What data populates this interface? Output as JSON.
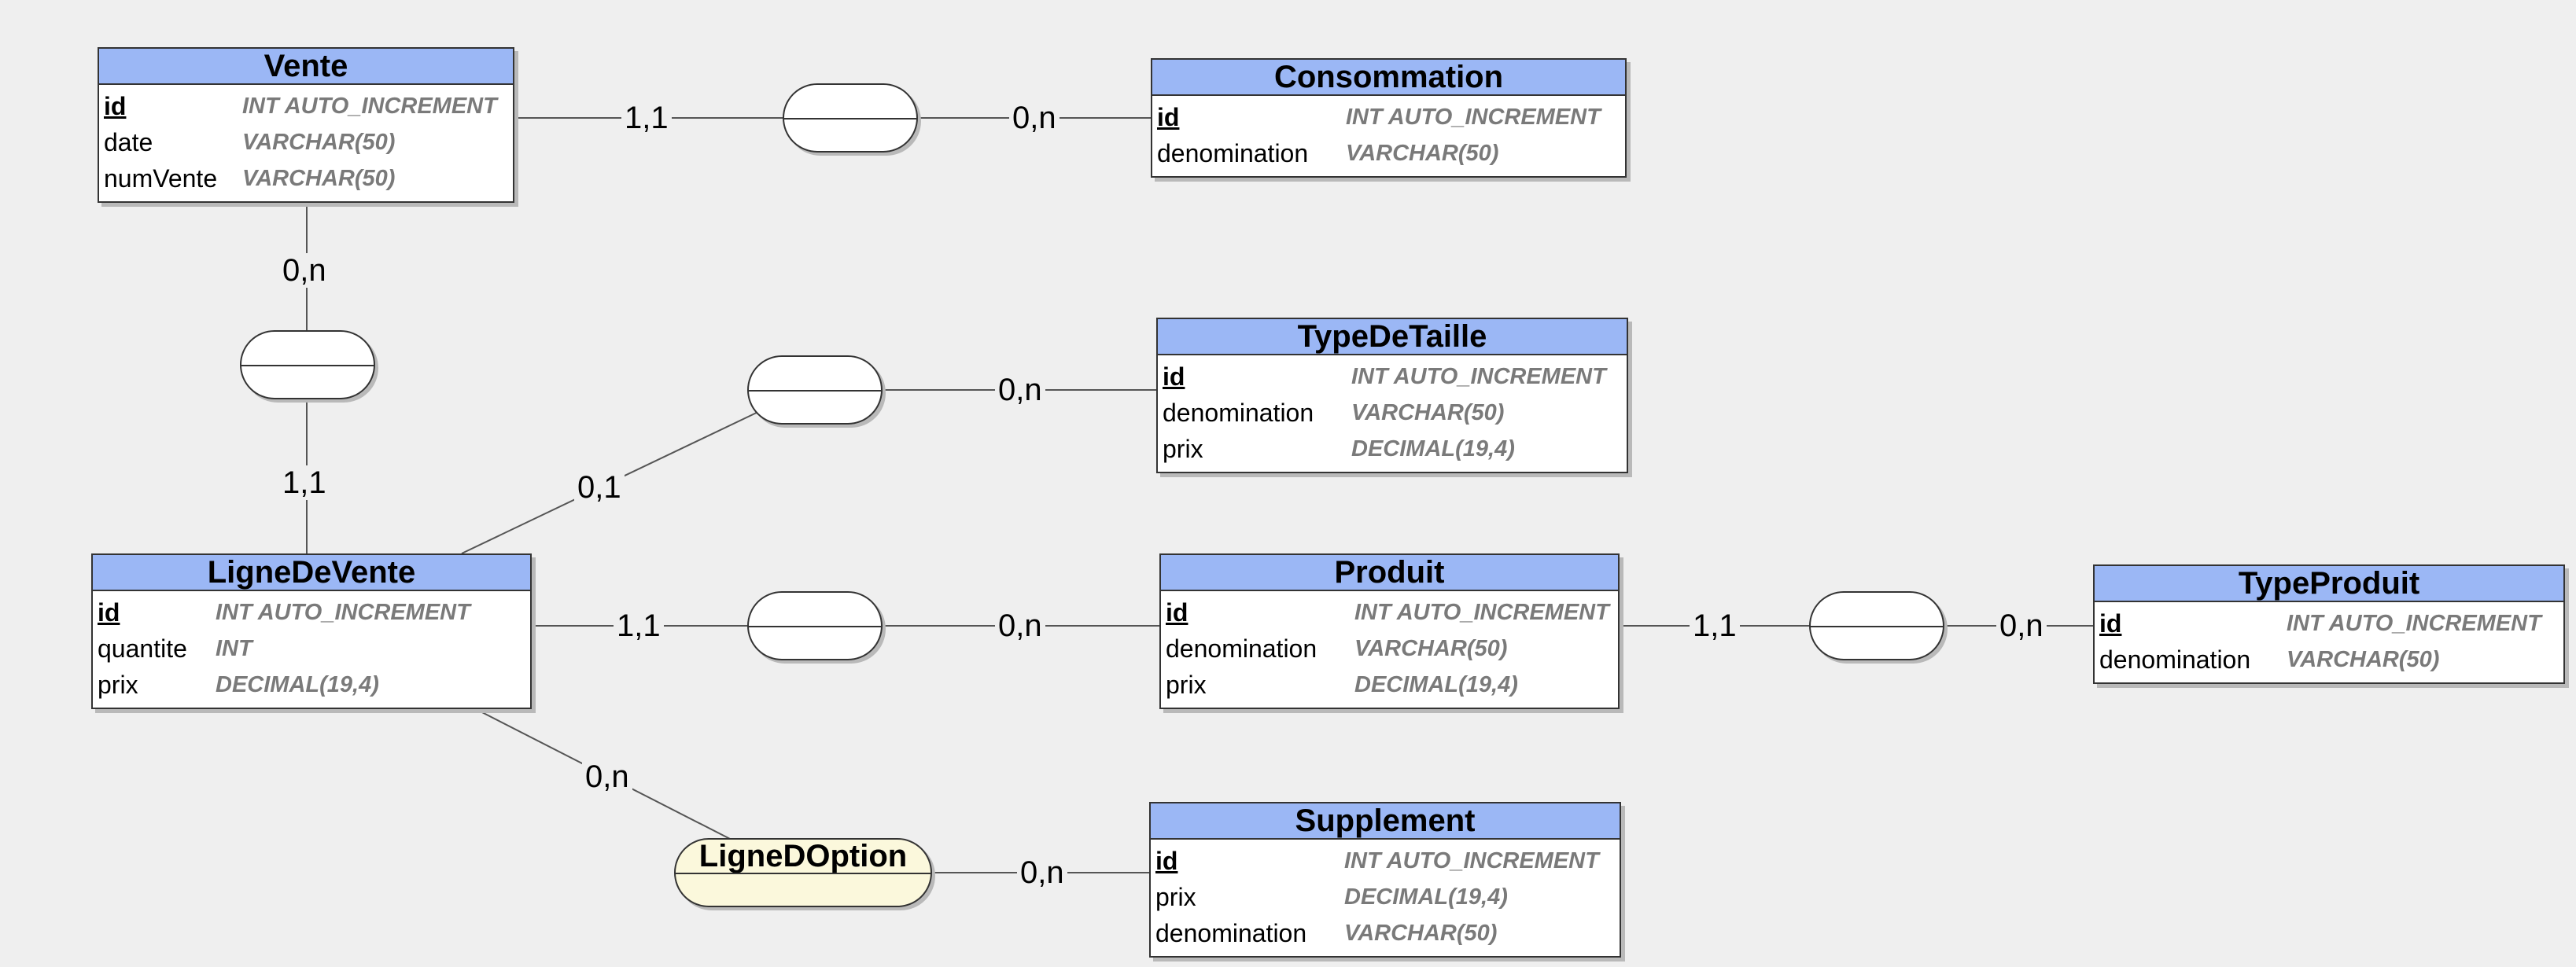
{
  "entities": {
    "vente": {
      "title": "Vente",
      "attrs": [
        {
          "name": "id",
          "type": "INT AUTO_INCREMENT"
        },
        {
          "name": "date",
          "type": "VARCHAR(50)"
        },
        {
          "name": "numVente",
          "type": "VARCHAR(50)"
        }
      ]
    },
    "consommation": {
      "title": "Consommation",
      "attrs": [
        {
          "name": "id",
          "type": "INT AUTO_INCREMENT"
        },
        {
          "name": "denomination",
          "type": "VARCHAR(50)"
        }
      ]
    },
    "typedetaille": {
      "title": "TypeDeTaille",
      "attrs": [
        {
          "name": "id",
          "type": "INT AUTO_INCREMENT"
        },
        {
          "name": "denomination",
          "type": "VARCHAR(50)"
        },
        {
          "name": "prix",
          "type": "DECIMAL(19,4)"
        }
      ]
    },
    "lignedevente": {
      "title": "LigneDeVente",
      "attrs": [
        {
          "name": "id",
          "type": "INT AUTO_INCREMENT"
        },
        {
          "name": "quantite",
          "type": "INT"
        },
        {
          "name": "prix",
          "type": "DECIMAL(19,4)"
        }
      ]
    },
    "produit": {
      "title": "Produit",
      "attrs": [
        {
          "name": "id",
          "type": "INT AUTO_INCREMENT"
        },
        {
          "name": "denomination",
          "type": "VARCHAR(50)"
        },
        {
          "name": "prix",
          "type": "DECIMAL(19,4)"
        }
      ]
    },
    "typeproduit": {
      "title": "TypeProduit",
      "attrs": [
        {
          "name": "id",
          "type": "INT AUTO_INCREMENT"
        },
        {
          "name": "denomination",
          "type": "VARCHAR(50)"
        }
      ]
    },
    "supplement": {
      "title": "Supplement",
      "attrs": [
        {
          "name": "id",
          "type": "INT AUTO_INCREMENT"
        },
        {
          "name": "prix",
          "type": "DECIMAL(19,4)"
        },
        {
          "name": "denomination",
          "type": "VARCHAR(50)"
        }
      ]
    }
  },
  "relationships": {
    "ligne_d_option": {
      "label": "LigneDOption"
    }
  },
  "cardinalities": {
    "vente_consommation_left": "1,1",
    "vente_consommation_right": "0,n",
    "vente_lignedevente_top": "0,n",
    "vente_lignedevente_bottom": "1,1",
    "lignedevente_typedetaille_left": "0,1",
    "lignedevente_typedetaille_right": "0,n",
    "lignedevente_produit_left": "1,1",
    "lignedevente_produit_right": "0,n",
    "produit_typeproduit_left": "1,1",
    "produit_typeproduit_right": "0,n",
    "lignedevente_ligne_d_option": "0,n",
    "ligne_d_option_supplement": "0,n"
  }
}
